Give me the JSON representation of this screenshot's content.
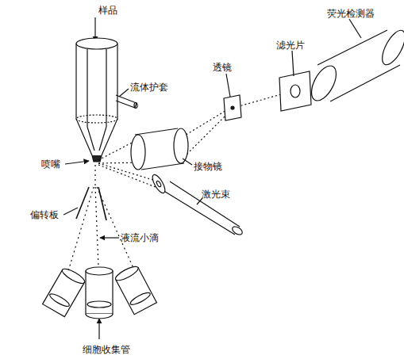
{
  "diagram": {
    "labels": [
      "样品",
      "流体护套",
      "喷嘴",
      "偏转板",
      "液流小滴",
      "细胞收集管",
      "接物镜",
      "激光束",
      "透镜",
      "滤光片",
      "荧光检测器"
    ]
  }
}
